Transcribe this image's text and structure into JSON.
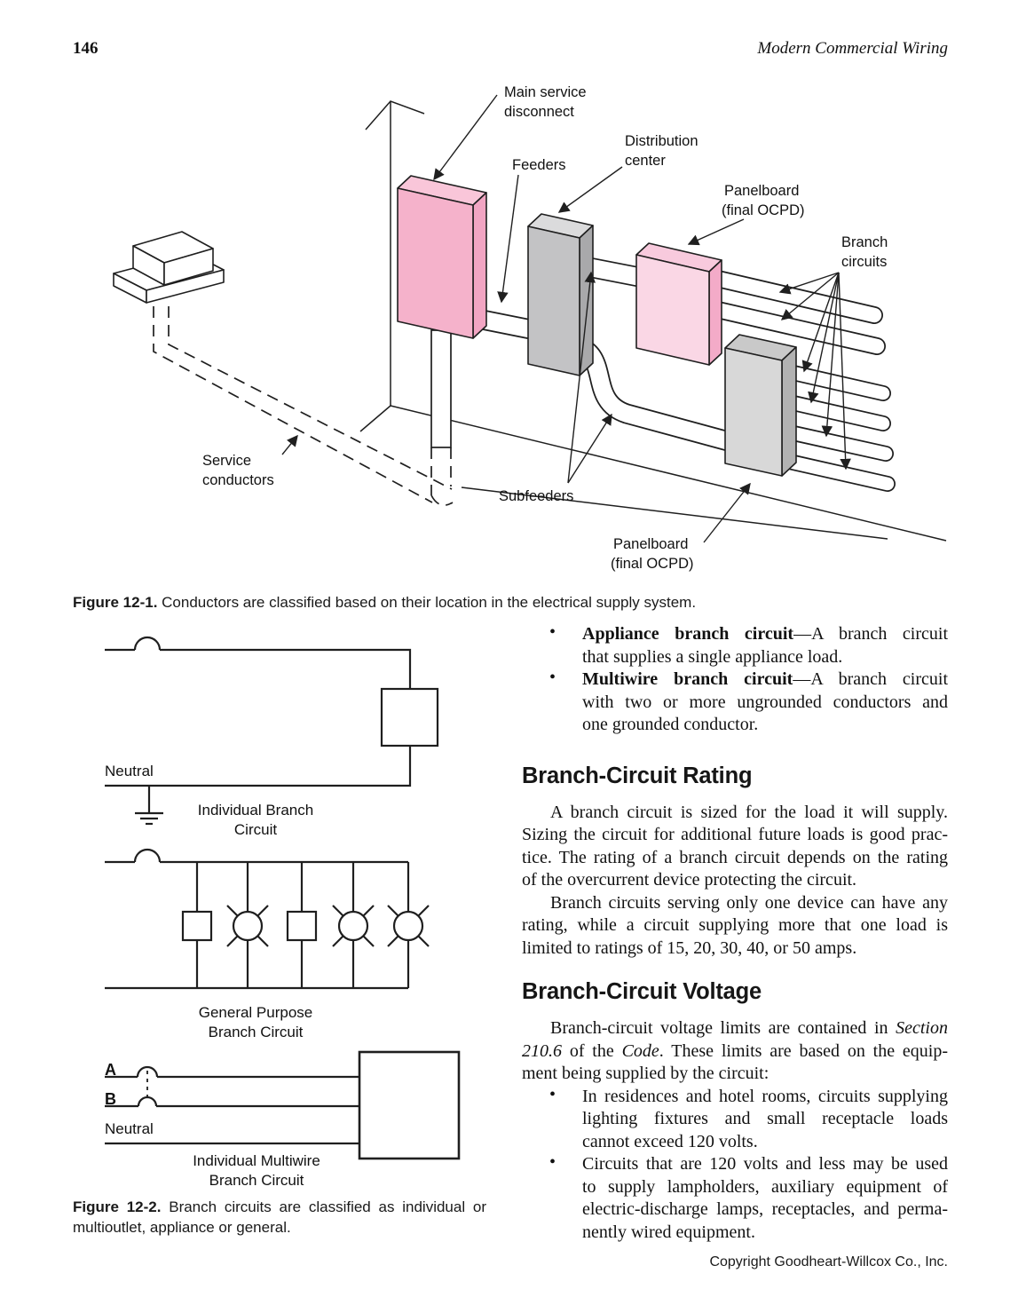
{
  "page": {
    "number": "146",
    "book_title": "Modern Commercial Wiring",
    "copyright": "Copyright Goodheart-Willcox Co., Inc."
  },
  "figure1": {
    "caption_bold": "Figure 12-1.",
    "caption_text": " Conductors are classified based on their location in the electrical supply system.",
    "labels": {
      "main_service_1": "Main service",
      "main_service_2": "disconnect",
      "feeders": "Feeders",
      "distribution_1": "Distribution",
      "distribution_2": "center",
      "panelboard_top_1": "Panelboard",
      "panelboard_top_2": "(final OCPD)",
      "branch_1": "Branch",
      "branch_2": "circuits",
      "service_1": "Service",
      "service_2": "conductors",
      "subfeeders": "Subfeeders",
      "panelboard_bottom_1": "Panelboard",
      "panelboard_bottom_2": "(final OCPD)"
    },
    "colors": {
      "pink_front": "#f5b2cb",
      "pink_top": "#f9c6d9",
      "pink_side": "#f2a5c3",
      "lightpink_front": "#fad7e5",
      "lightpink_top": "#f8cadd",
      "lightpink_side": "#f3abc8",
      "gray_front": "#c3c3c5",
      "gray_top": "#dbdbdc",
      "gray_side": "#a9a9ab",
      "lgray_front": "#d8d8d8",
      "lgray_top": "#c9c9c9",
      "lgray_side": "#b2b2b2"
    }
  },
  "figure2": {
    "caption_bold": "Figure 12-2.",
    "caption_line1": " Branch circuits are classified as individual or",
    "caption_line2": "multioutlet, appliance or general.",
    "labels": {
      "neutral1": "Neutral",
      "individual_1": "Individual Branch",
      "individual_2": "Circuit",
      "general_1": "General Purpose",
      "general_2": "Branch Circuit",
      "phase_a": "A",
      "phase_b": "B",
      "neutral2": "Neutral",
      "multiwire_1": "Individual Multiwire",
      "multiwire_2": "Branch Circuit"
    }
  },
  "content": {
    "bullet_char": "•",
    "bullet1": {
      "bold": "Appliance branch circuit",
      "l1_rest": "—A branch circuit",
      "l2": "that supplies a single appliance load."
    },
    "bullet2": {
      "bold": "Multiwire branch circuit",
      "l1_rest": "—A branch circuit",
      "l2": "with two or more ungrounded conductors and",
      "l3": "one grounded conductor."
    },
    "heading_rating": "Branch-Circuit Rating",
    "para1": {
      "l1": "A branch circuit is sized for the load it will supply.",
      "l2": "Sizing the circuit for additional future loads is good prac-",
      "l3": "tice. The rating of a branch circuit depends on the rating",
      "l4": "of the overcurrent device protecting the circuit."
    },
    "para2": {
      "l1": "Branch circuits serving only one device can have any",
      "l2": "rating, while a circuit supplying more that one load is",
      "l3": "limited to ratings of 15, 20, 30, 40, or 50 amps."
    },
    "heading_voltage": "Branch-Circuit Voltage",
    "para3": {
      "l1_a": "Branch-circuit voltage limits are contained in ",
      "l1_i": "Section",
      "l2_i1": "210.6",
      "l2_a": " of the ",
      "l2_i2": "Code",
      "l2_b": ". These limits are based on the equip-",
      "l3": "ment being supplied by the circuit:"
    },
    "bullet3": {
      "l1": "In residences and hotel rooms, circuits supplying",
      "l2": "lighting fixtures and small receptacle loads",
      "l3": "cannot exceed 120 volts."
    },
    "bullet4": {
      "l1": "Circuits that are 120 volts and less may be used",
      "l2": "to supply lampholders, auxiliary equipment of",
      "l3": "electric-discharge lamps, receptacles, and perma-",
      "l4": "nently wired equipment."
    }
  }
}
